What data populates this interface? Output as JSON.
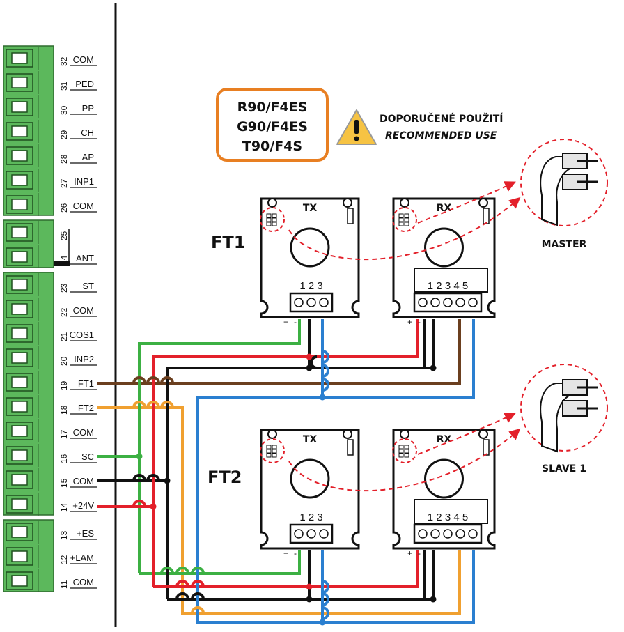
{
  "colors": {
    "terminal_green": "#5cb85c",
    "wire_green": "#3cb043",
    "wire_red": "#e3202a",
    "wire_black": "#111111",
    "wire_brown": "#6b3f1f",
    "wire_orange": "#f0a030",
    "wire_blue": "#2a7fd0",
    "box_orange": "#e87f22",
    "dashed_red": "#e3202a"
  },
  "terminals": [
    {
      "number": "32",
      "label": "COM"
    },
    {
      "number": "31",
      "label": "PED"
    },
    {
      "number": "30",
      "label": "PP"
    },
    {
      "number": "29",
      "label": "CH"
    },
    {
      "number": "28",
      "label": "AP"
    },
    {
      "number": "27",
      "label": "INP1"
    },
    {
      "number": "26",
      "label": "COM"
    },
    {
      "number": "25",
      "label": ""
    },
    {
      "number": "24",
      "label": "ANT"
    },
    {
      "number": "23",
      "label": "ST"
    },
    {
      "number": "22",
      "label": "COM"
    },
    {
      "number": "21",
      "label": "COS1"
    },
    {
      "number": "20",
      "label": "INP2"
    },
    {
      "number": "19",
      "label": "FT1"
    },
    {
      "number": "18",
      "label": "FT2"
    },
    {
      "number": "17",
      "label": "COM"
    },
    {
      "number": "16",
      "label": "SC"
    },
    {
      "number": "15",
      "label": "COM"
    },
    {
      "number": "14",
      "label": "+24V"
    },
    {
      "number": "13",
      "label": "+ES"
    },
    {
      "number": "12",
      "label": "+LAM"
    },
    {
      "number": "11",
      "label": "COM"
    }
  ],
  "recommended_box": {
    "line1": "R90/F4ES",
    "line2": "G90/F4ES",
    "line3": "T90/F4S"
  },
  "warning": {
    "line1": "DOPORUČENÉ POUŽITÍ",
    "line2": "RECOMMENDED USE"
  },
  "ft1": {
    "label": "FT1",
    "tx_label": "TX",
    "rx_label": "RX",
    "tx_pins": "1 2 3",
    "rx_pins": "1 2 3 4 5",
    "plus": "+",
    "minus": "-"
  },
  "ft2": {
    "label": "FT2",
    "tx_label": "TX",
    "rx_label": "RX",
    "tx_pins": "1 2 3",
    "rx_pins": "1 2 3 4 5",
    "plus": "+",
    "minus": "-"
  },
  "master_label": "MASTER",
  "slave_label": "SLAVE 1"
}
